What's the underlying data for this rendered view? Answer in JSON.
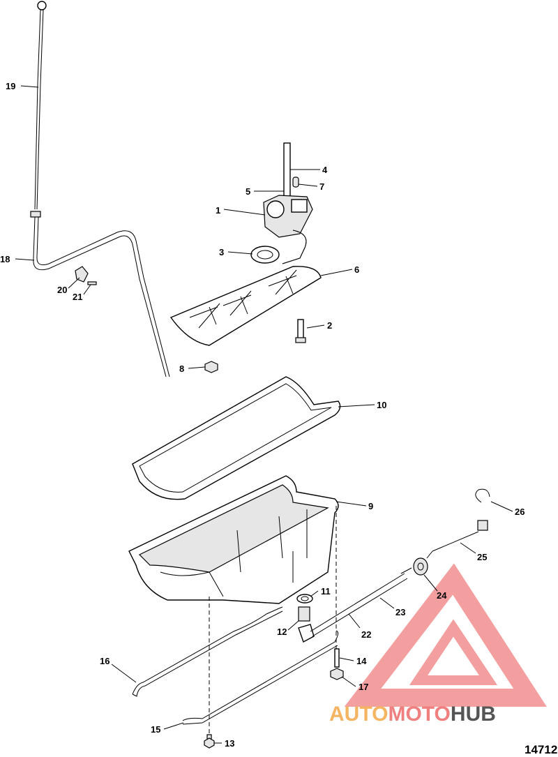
{
  "diagram": {
    "figure_number": "14712",
    "callouts": [
      {
        "id": "19",
        "label": "19"
      },
      {
        "id": "18",
        "label": "18"
      },
      {
        "id": "20",
        "label": "20"
      },
      {
        "id": "21",
        "label": "21"
      },
      {
        "id": "4",
        "label": "4"
      },
      {
        "id": "5",
        "label": "5"
      },
      {
        "id": "7",
        "label": "7"
      },
      {
        "id": "1",
        "label": "1"
      },
      {
        "id": "3",
        "label": "3"
      },
      {
        "id": "6",
        "label": "6"
      },
      {
        "id": "2",
        "label": "2"
      },
      {
        "id": "8",
        "label": "8"
      },
      {
        "id": "10",
        "label": "10"
      },
      {
        "id": "9",
        "label": "9"
      },
      {
        "id": "26",
        "label": "26"
      },
      {
        "id": "25",
        "label": "25"
      },
      {
        "id": "24",
        "label": "24"
      },
      {
        "id": "11",
        "label": "11"
      },
      {
        "id": "23",
        "label": "23"
      },
      {
        "id": "12",
        "label": "12"
      },
      {
        "id": "22",
        "label": "22"
      },
      {
        "id": "16",
        "label": "16"
      },
      {
        "id": "14",
        "label": "14"
      },
      {
        "id": "17",
        "label": "17"
      },
      {
        "id": "15",
        "label": "15"
      },
      {
        "id": "13",
        "label": "13"
      }
    ]
  },
  "watermark": {
    "text_part1": "AUTO",
    "text_part2": "MOTO",
    "text_part3": "HUB",
    "color_main": "#f08080",
    "color_accent": "#f5b461",
    "color_dark": "#555555"
  }
}
